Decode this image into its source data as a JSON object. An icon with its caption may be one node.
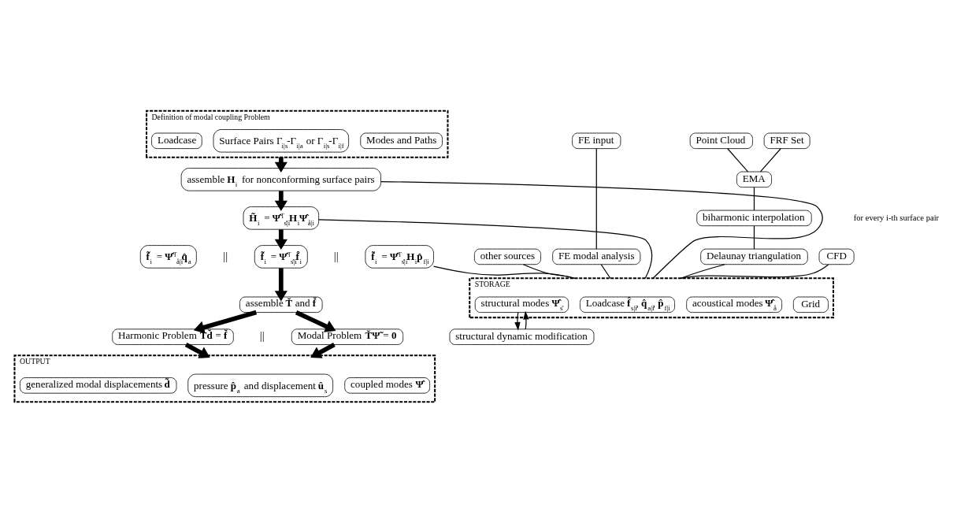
{
  "diagram": {
    "nodes": [
      {
        "text": [
          "FE input"
        ]
      },
      {
        "text": [
          "Point Cloud"
        ]
      },
      {
        "text": [
          "FRF Set"
        ]
      },
      {
        "text": [
          "Definition of modal coupling Problem"
        ]
      },
      {
        "text": [
          "Modes and Paths"
        ],
        "in": 3
      },
      {
        "text": [
          "Surface Pairs Γ$_{i|s}$-Γ$_{i|a}$ or Γ$_{i|s}$-Γ$_{i|f}$"
        ],
        "in": 3
      },
      {
        "text": [
          "Loadcase"
        ],
        "in": 3
      },
      {
        "text": [
          "FE modal analysis"
        ]
      },
      {
        "text": [
          "EMA"
        ]
      },
      {
        "text": [
          "biharmonic interpolation"
        ]
      },
      {
        "text": [
          "Delaunay triangulation"
        ]
      },
      {
        "text": [
          "assemble **H**$_{i}$ for nonconforming surface pairs"
        ]
      },
      {
        "text": [
          "**H̃**$_{i}$ = **Ψ̂**$^{T}$$_{s̊|i}$**H**$_{i}$**Ψ̂**$_{å|i}$"
        ]
      },
      {
        "text": [
          "**f̃**$_{i}$ = **Ψ̂**$^{T}$$_{s̊|i}$**H**$_{i}$**p̂**$_{f|i}$"
        ]
      },
      {
        "text": [
          "**f̃**$_{i}$ = **Ψ̂**$^{T}$$_{s̊|i}$**f̂**$_{i}$"
        ]
      },
      {
        "text": [
          "**f̃**$_{i}$ = **Ψ̂**$^{T}$$_{å|i}$**q̂**$_{a}$"
        ]
      },
      {
        "text": [
          "assemble **T̆** and **f̆**"
        ]
      },
      {
        "text": [
          "Modal Problem **T̆Ψ̃** = **0**"
        ]
      },
      {
        "text": [
          "Harmonic Problem **T̆d̆** = **f̆**"
        ]
      },
      {
        "text": [
          "STORAGE"
        ]
      },
      {
        "text": [
          "Grid"
        ],
        "in": 19
      },
      {
        "text": [
          "acoustical modes **Ψ̂**$_{å}$"
        ],
        "in": 19
      },
      {
        "text": [
          "Loadcase **f̂**$_{s|i}$, **q̂**$_{a|i}$, **p̂**$_{f|i}$"
        ],
        "in": 19
      },
      {
        "text": [
          "structural modes **Ψ̂**$_{s̊}$"
        ],
        "in": 19
      },
      {
        "text": [
          "CFD"
        ]
      },
      {
        "text": [
          "other sources"
        ]
      },
      {
        "text": [
          "structural dynamic modification"
        ]
      },
      {
        "text": [
          "OUTPUT"
        ]
      },
      {
        "text": [
          "coupled modes **Ψ̂**"
        ],
        "in": 27
      },
      {
        "text": [
          "pressure **p̂**$_{a}$ and displacement **û**$_{s}$"
        ],
        "in": 27
      },
      {
        "text": [
          "generalized modal displacements **d̃**"
        ],
        "in": 27
      }
    ],
    "edges": [
      {
        "from": 1,
        "to": 8,
        "arrow": "none"
      },
      {
        "from": 2,
        "to": 8,
        "arrow": "none"
      },
      {
        "from": 0,
        "to": 7,
        "arrow": "none"
      },
      {
        "from": 8,
        "to": 9,
        "arrow": "none"
      },
      {
        "from": 9,
        "to": 10,
        "arrow": "none"
      },
      {
        "from": 7,
        "to": 19,
        "arrow": "none"
      },
      {
        "from": 10,
        "to": 19,
        "arrow": "none"
      },
      {
        "from": 3,
        "to": 11,
        "arrow": "to",
        "style": "thick"
      },
      {
        "from": 11,
        "to": 12,
        "arrow": "to",
        "style": "thick"
      },
      {
        "from": 12,
        "to": 14,
        "arrow": "to",
        "style": "thick"
      },
      {
        "from": 14,
        "to": 16,
        "arrow": "to",
        "style": "thick"
      },
      {
        "from": 16,
        "to": 17,
        "arrow": "to",
        "style": "thick"
      },
      {
        "from": 16,
        "to": 18,
        "arrow": "to",
        "style": "thick"
      },
      {
        "from": 17,
        "to": 27,
        "arrow": "to",
        "style": "thick"
      },
      {
        "from": 18,
        "to": 27,
        "arrow": "to",
        "style": "thick"
      },
      {
        "from": 19,
        "to": 11,
        "arrow": "none"
      },
      {
        "from": 19,
        "to": 12,
        "arrow": "none"
      },
      {
        "from": 19,
        "to": 13,
        "arrow": "none"
      },
      {
        "from": 24,
        "to": 19,
        "arrow": "none"
      },
      {
        "from": 25,
        "to": 19,
        "arrow": "none"
      },
      {
        "from": 23,
        "to": 26,
        "arrow": "to"
      },
      {
        "from": 26,
        "to": 23,
        "arrow": "to"
      }
    ],
    "labels": [
      "for every i-th surface pair",
      "||",
      "||",
      "||"
    ]
  }
}
